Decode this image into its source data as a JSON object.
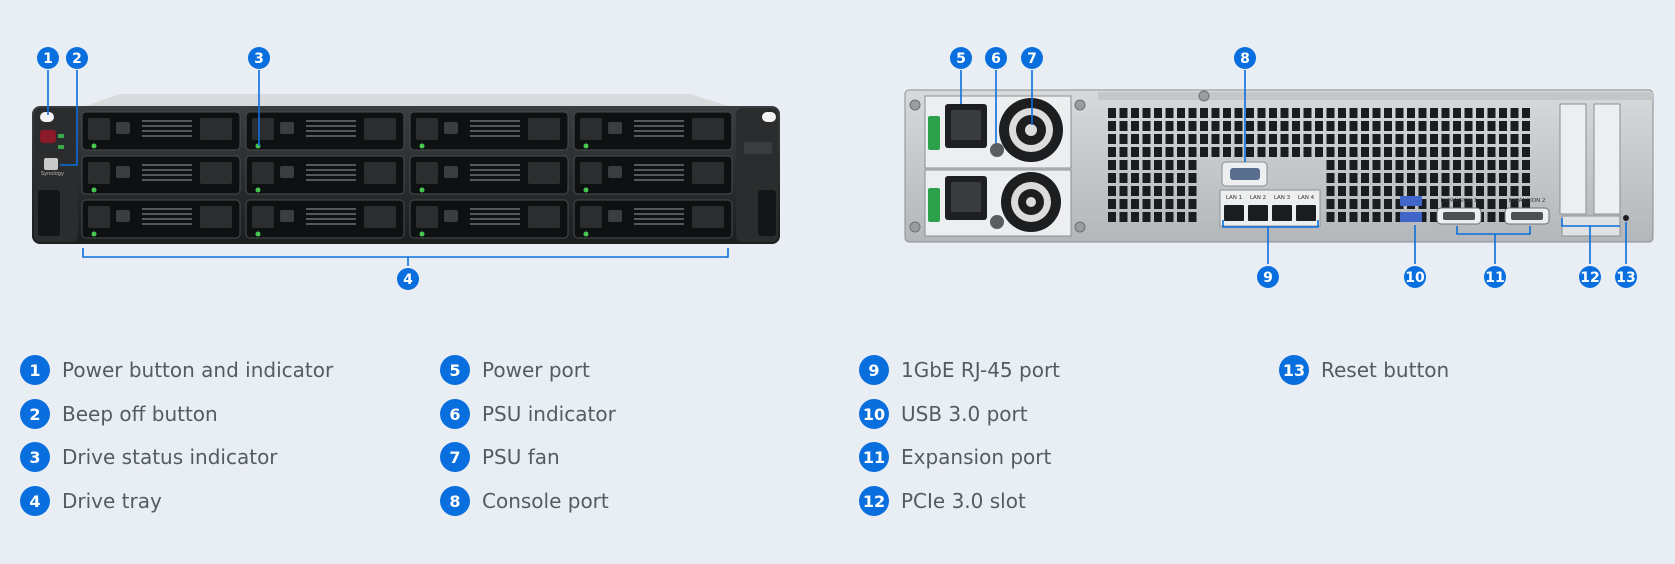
{
  "callouts": [
    "1",
    "2",
    "3",
    "4",
    "5",
    "6",
    "7",
    "8",
    "9",
    "10",
    "11",
    "12",
    "13"
  ],
  "legend": [
    {
      "num": "1",
      "label": "Power button and indicator"
    },
    {
      "num": "2",
      "label": "Beep off button"
    },
    {
      "num": "3",
      "label": "Drive status indicator"
    },
    {
      "num": "4",
      "label": "Drive tray"
    },
    {
      "num": "5",
      "label": "Power port"
    },
    {
      "num": "6",
      "label": "PSU indicator"
    },
    {
      "num": "7",
      "label": "PSU fan"
    },
    {
      "num": "8",
      "label": "Console port"
    },
    {
      "num": "9",
      "label": "1GbE RJ-45 port"
    },
    {
      "num": "10",
      "label": "USB 3.0 port"
    },
    {
      "num": "11",
      "label": "Expansion port"
    },
    {
      "num": "12",
      "label": "PCIe 3.0 slot"
    },
    {
      "num": "13",
      "label": "Reset button"
    }
  ],
  "device_text": {
    "brand": "Synology",
    "lan_ports": [
      "LAN 1",
      "LAN 2",
      "LAN 3",
      "LAN 4"
    ],
    "expansion_ports": [
      "EXPANSION 1",
      "EXPANSION 2"
    ]
  },
  "colors": {
    "accent": "#0a6fde",
    "background": "#e9eef4",
    "text": "#555b62"
  }
}
